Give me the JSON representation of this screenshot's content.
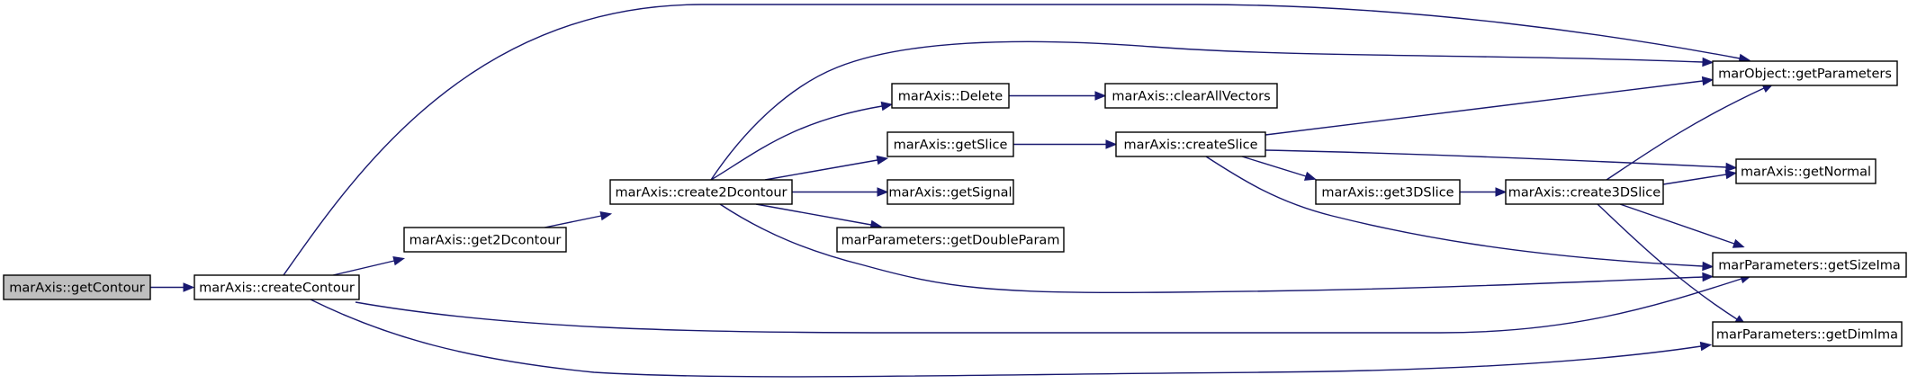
{
  "diagram": {
    "type": "call-graph",
    "nodes": [
      {
        "id": "getContour",
        "label": "marAxis::getContour",
        "highlighted": true
      },
      {
        "id": "createContour",
        "label": "marAxis::createContour"
      },
      {
        "id": "get2Dcontour",
        "label": "marAxis::get2Dcontour"
      },
      {
        "id": "create2Dcontour",
        "label": "marAxis::create2Dcontour"
      },
      {
        "id": "Delete",
        "label": "marAxis::Delete"
      },
      {
        "id": "getSlice",
        "label": "marAxis::getSlice"
      },
      {
        "id": "getSignal",
        "label": "marAxis::getSignal"
      },
      {
        "id": "getDoubleParam",
        "label": "marParameters::getDoubleParam"
      },
      {
        "id": "clearAllVectors",
        "label": "marAxis::clearAllVectors"
      },
      {
        "id": "createSlice",
        "label": "marAxis::createSlice"
      },
      {
        "id": "get3DSlice",
        "label": "marAxis::get3DSlice"
      },
      {
        "id": "create3DSlice",
        "label": "marAxis::create3DSlice"
      },
      {
        "id": "getParameters",
        "label": "marObject::getParameters"
      },
      {
        "id": "getNormal",
        "label": "marAxis::getNormal"
      },
      {
        "id": "getSizeIma",
        "label": "marParameters::getSizeIma"
      },
      {
        "id": "getDimIma",
        "label": "marParameters::getDimIma"
      }
    ],
    "edges": [
      {
        "from": "getContour",
        "to": "createContour"
      },
      {
        "from": "createContour",
        "to": "get2Dcontour"
      },
      {
        "from": "createContour",
        "to": "getParameters"
      },
      {
        "from": "createContour",
        "to": "getSizeIma"
      },
      {
        "from": "createContour",
        "to": "getDimIma"
      },
      {
        "from": "get2Dcontour",
        "to": "create2Dcontour"
      },
      {
        "from": "create2Dcontour",
        "to": "Delete"
      },
      {
        "from": "create2Dcontour",
        "to": "getSlice"
      },
      {
        "from": "create2Dcontour",
        "to": "getSignal"
      },
      {
        "from": "create2Dcontour",
        "to": "getDoubleParam"
      },
      {
        "from": "create2Dcontour",
        "to": "getParameters"
      },
      {
        "from": "create2Dcontour",
        "to": "getSizeIma"
      },
      {
        "from": "Delete",
        "to": "clearAllVectors"
      },
      {
        "from": "getSlice",
        "to": "createSlice"
      },
      {
        "from": "createSlice",
        "to": "getParameters"
      },
      {
        "from": "createSlice",
        "to": "getNormal"
      },
      {
        "from": "createSlice",
        "to": "get3DSlice"
      },
      {
        "from": "createSlice",
        "to": "getSizeIma"
      },
      {
        "from": "get3DSlice",
        "to": "create3DSlice"
      },
      {
        "from": "create3DSlice",
        "to": "getParameters"
      },
      {
        "from": "create3DSlice",
        "to": "getNormal"
      },
      {
        "from": "create3DSlice",
        "to": "getSizeIma"
      },
      {
        "from": "create3DSlice",
        "to": "getDimIma"
      }
    ],
    "colors": {
      "edge": "#191970",
      "node_border": "#000000",
      "highlighted_fill": "#bfbfbf",
      "node_fill": "#ffffff"
    }
  }
}
